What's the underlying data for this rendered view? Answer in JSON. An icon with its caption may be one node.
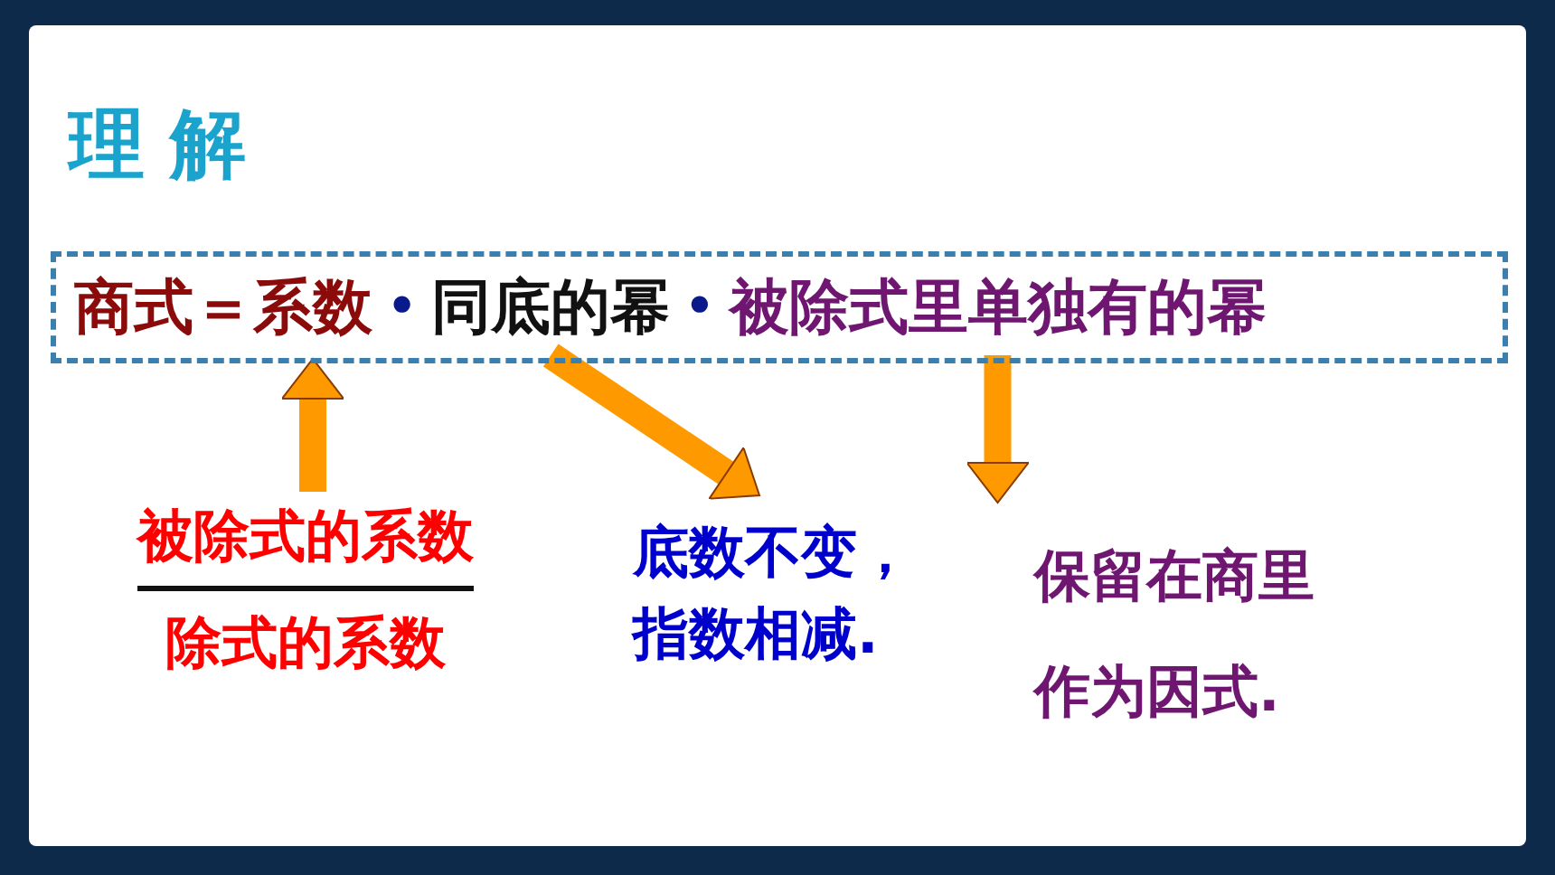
{
  "diagram": {
    "title": "理解",
    "nodes": [
      {
        "text": [],
        "shape": "box"
      },
      {
        "text": [
          "系数"
        ],
        "in": 0
      },
      {
        "text": [
          "同底的幂"
        ],
        "in": 0
      },
      {
        "text": [
          "被除式里单独有的幂"
        ],
        "in": 0
      },
      {
        "text": [
          "被除式的系数",
          "除式的系数"
        ]
      },
      {
        "text": [
          "底数不变，指数相减."
        ]
      },
      {
        "text": [
          "保留在商里作为因式."
        ]
      }
    ],
    "edges": [
      {
        "from": 4,
        "to": 1,
        "arrow": "to"
      },
      {
        "from": 2,
        "to": 5,
        "arrow": "to"
      },
      {
        "from": 3,
        "to": 6,
        "arrow": "to"
      }
    ],
    "labels": [
      "商式＝",
      "•",
      "•"
    ]
  }
}
